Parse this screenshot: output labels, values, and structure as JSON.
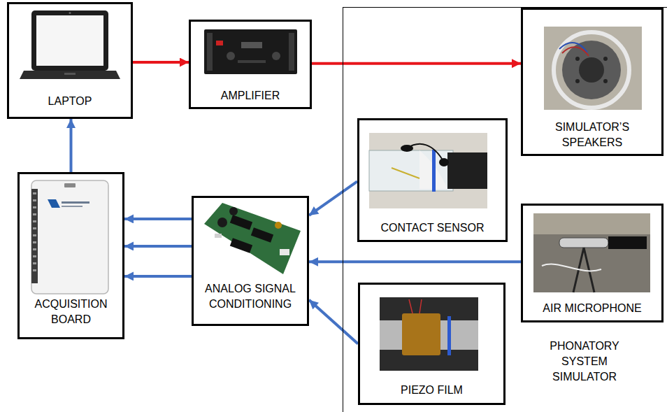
{
  "diagram": {
    "nodes": [
      {
        "text": [
          "LAPTOP"
        ]
      },
      {
        "text": [
          "AMPLIFIER"
        ]
      },
      {
        "text": [
          "PHONATORY SYSTEM SIMULATOR"
        ]
      },
      {
        "text": [
          "SIMULATOR’S SPEAKERS"
        ],
        "in": 2
      },
      {
        "text": [
          "CONTACT SENSOR"
        ],
        "in": 2
      },
      {
        "text": [
          "ACQUISITION BOARD"
        ]
      },
      {
        "text": [
          "ANALOG SIGNAL CONDITIONING"
        ]
      },
      {
        "text": [
          "AIR MICROPHONE"
        ],
        "in": 2
      },
      {
        "text": [
          "PIEZO FILM"
        ],
        "in": 2
      }
    ],
    "edges": [
      {
        "from": 0,
        "to": 1,
        "arrow": "to"
      },
      {
        "from": 1,
        "to": 3,
        "arrow": "to"
      },
      {
        "from": 5,
        "to": 0,
        "arrow": "to"
      },
      {
        "from": 6,
        "to": 5,
        "arrow": "to"
      },
      {
        "from": 6,
        "to": 5,
        "arrow": "to"
      },
      {
        "from": 6,
        "to": 5,
        "arrow": "to"
      },
      {
        "from": 4,
        "to": 6,
        "arrow": "to"
      },
      {
        "from": 7,
        "to": 6,
        "arrow": "to"
      },
      {
        "from": 8,
        "to": 6,
        "arrow": "to"
      }
    ]
  }
}
